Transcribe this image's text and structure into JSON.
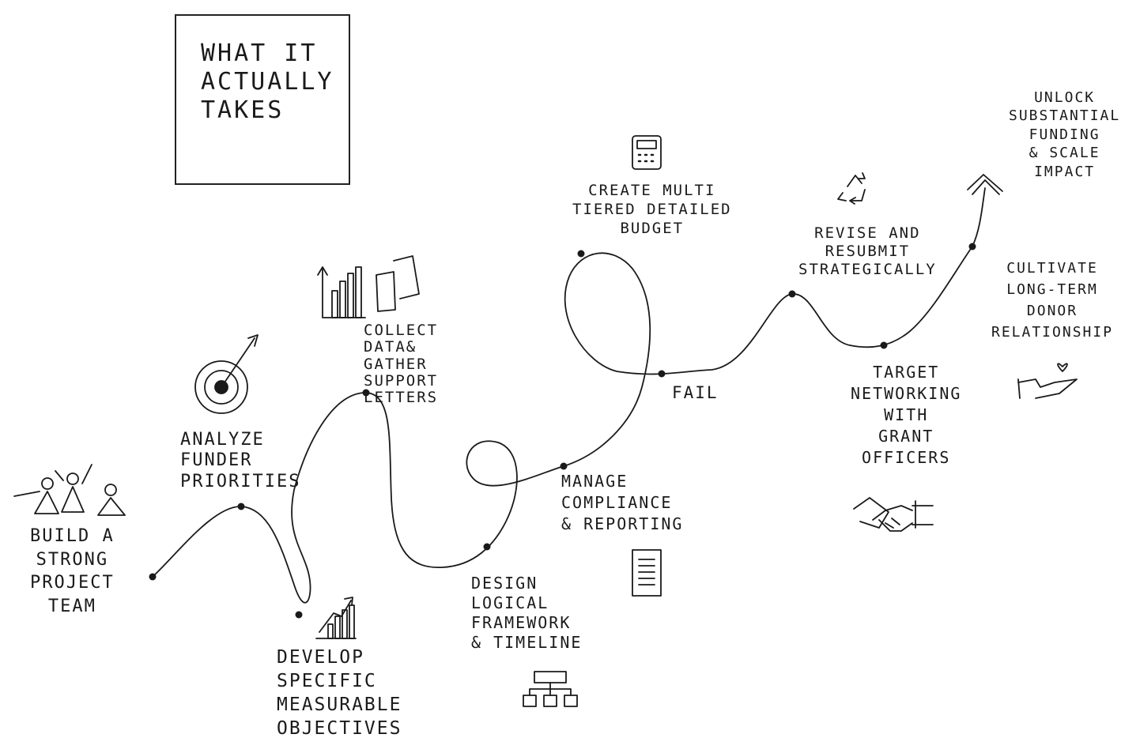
{
  "title": "WHAT IT\nACTUALLY\nTAKES",
  "steps": {
    "build_team": "BUILD A\nSTRONG\nPROJECT\nTEAM",
    "analyze_funder": "ANALYZE\nFUNDER\nPRIORITIES",
    "develop_objectives": "DEVELOP\nSPECIFIC\nMEASURABLE\nOBJECTIVES",
    "collect_data": "COLLECT\nDATA&\nGATHER\nSUPPORT\nLETTERS",
    "design_framework": "DESIGN\nLOGICAL\nFRAMEWORK\n& TIMELINE",
    "manage_compliance": "MANAGE\nCOMPLIANCE\n& REPORTING",
    "create_budget": "CREATE MULTI\nTIERED DETAILED\nBUDGET",
    "fail": "FAIL",
    "revise_resubmit": "REVISE AND\nRESUBMIT\nSTRATEGICALLY",
    "target_networking": "TARGET\nNETWORKING\nWITH\nGRANT\nOFFICERS",
    "cultivate": "CULTIVATE\nLONG-TERM\nDONOR\nRELATIONSHIP",
    "unlock": "UNLOCK\nSUBSTANTIAL\nFUNDING\n& SCALE\nIMPACT"
  },
  "icons": {
    "team": "people-cheering-icon",
    "target": "target-arrow-icon",
    "growth": "growth-chart-icon",
    "bars": "bar-chart-icon",
    "letters": "documents-icon",
    "report": "report-document-icon",
    "flowchart": "flowchart-icon",
    "calculator": "calculator-icon",
    "recycle": "recycle-icon",
    "handshake": "handshake-icon",
    "heart_hand": "heart-hand-icon",
    "arrow": "arrow-head-icon"
  },
  "colors": {
    "ink": "#1a1a1a",
    "background": "#ffffff"
  }
}
